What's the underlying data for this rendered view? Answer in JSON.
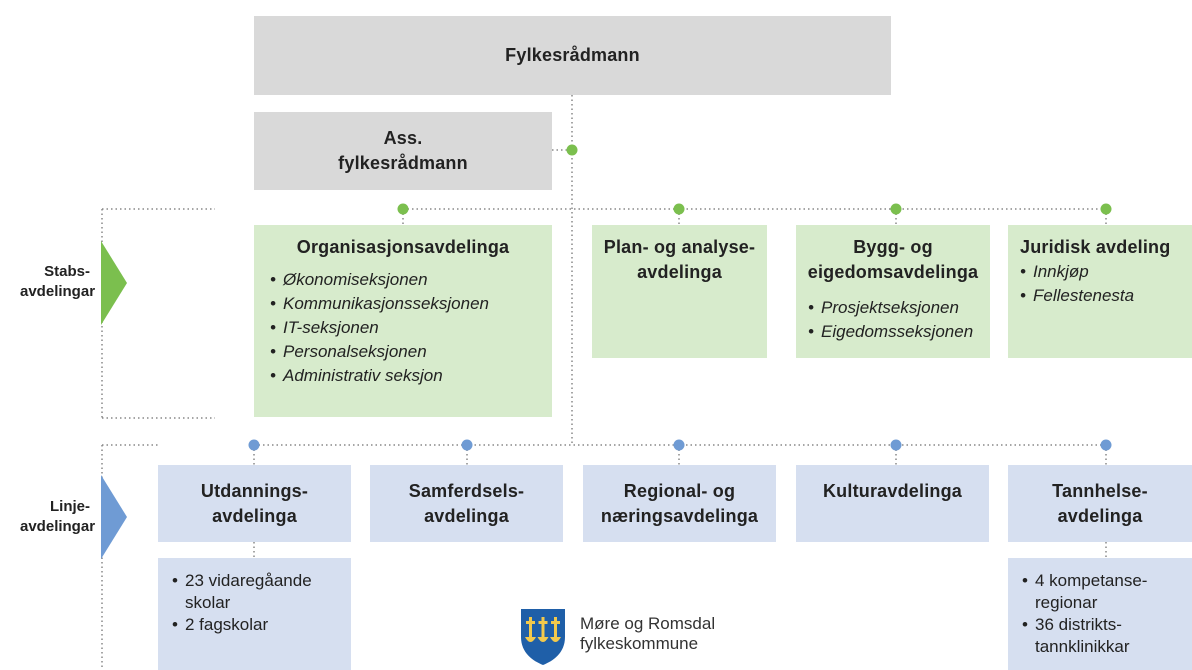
{
  "top": {
    "title": "Fylkesrådmann"
  },
  "assistant": {
    "title": "Ass.\nfylkesrådmann"
  },
  "labels": {
    "staff": "Stabs-\navdelingar",
    "line": "Linje-\navdelingar"
  },
  "staff_departments": [
    {
      "title": "Organisasjonsavdelinga",
      "items": [
        "Økonomiseksjonen",
        "Kommunikasjonsseksjonen",
        "IT-seksjonen",
        "Personalseksjonen",
        "Administrativ seksjon"
      ]
    },
    {
      "title": "Plan- og analyse-\navdelinga",
      "items": []
    },
    {
      "title": "Bygg- og\neigedomsavdelinga",
      "items": [
        "Prosjektseksjonen",
        "Eigedomsseksjonen"
      ]
    },
    {
      "title": "Juridisk avdeling",
      "items": [
        "Innkjøp",
        "Fellestenesta"
      ]
    }
  ],
  "line_departments": [
    {
      "title": "Utdannings-\navdelinga",
      "details": [
        "23 vidaregåande skolar",
        "2 fagskolar"
      ]
    },
    {
      "title": "Samferdsels-\navdelinga"
    },
    {
      "title": "Regional- og\nnæringsavdelinga"
    },
    {
      "title": "Kulturavdelinga"
    },
    {
      "title": "Tannhelse-\navdelinga",
      "details": [
        "4 kompetanse-regionar",
        "36 distrikts-tannklinikkar"
      ]
    }
  ],
  "logo": {
    "text": "Møre og Romsdal\nfylkeskommune"
  },
  "colors": {
    "green_dot": "#7bbf4e",
    "blue_dot": "#6f9bd4",
    "dotted_line": "#888888",
    "gray_box": "#d9d9d9",
    "green_box": "#d7ebcc",
    "blue_box": "#d6dff0"
  }
}
